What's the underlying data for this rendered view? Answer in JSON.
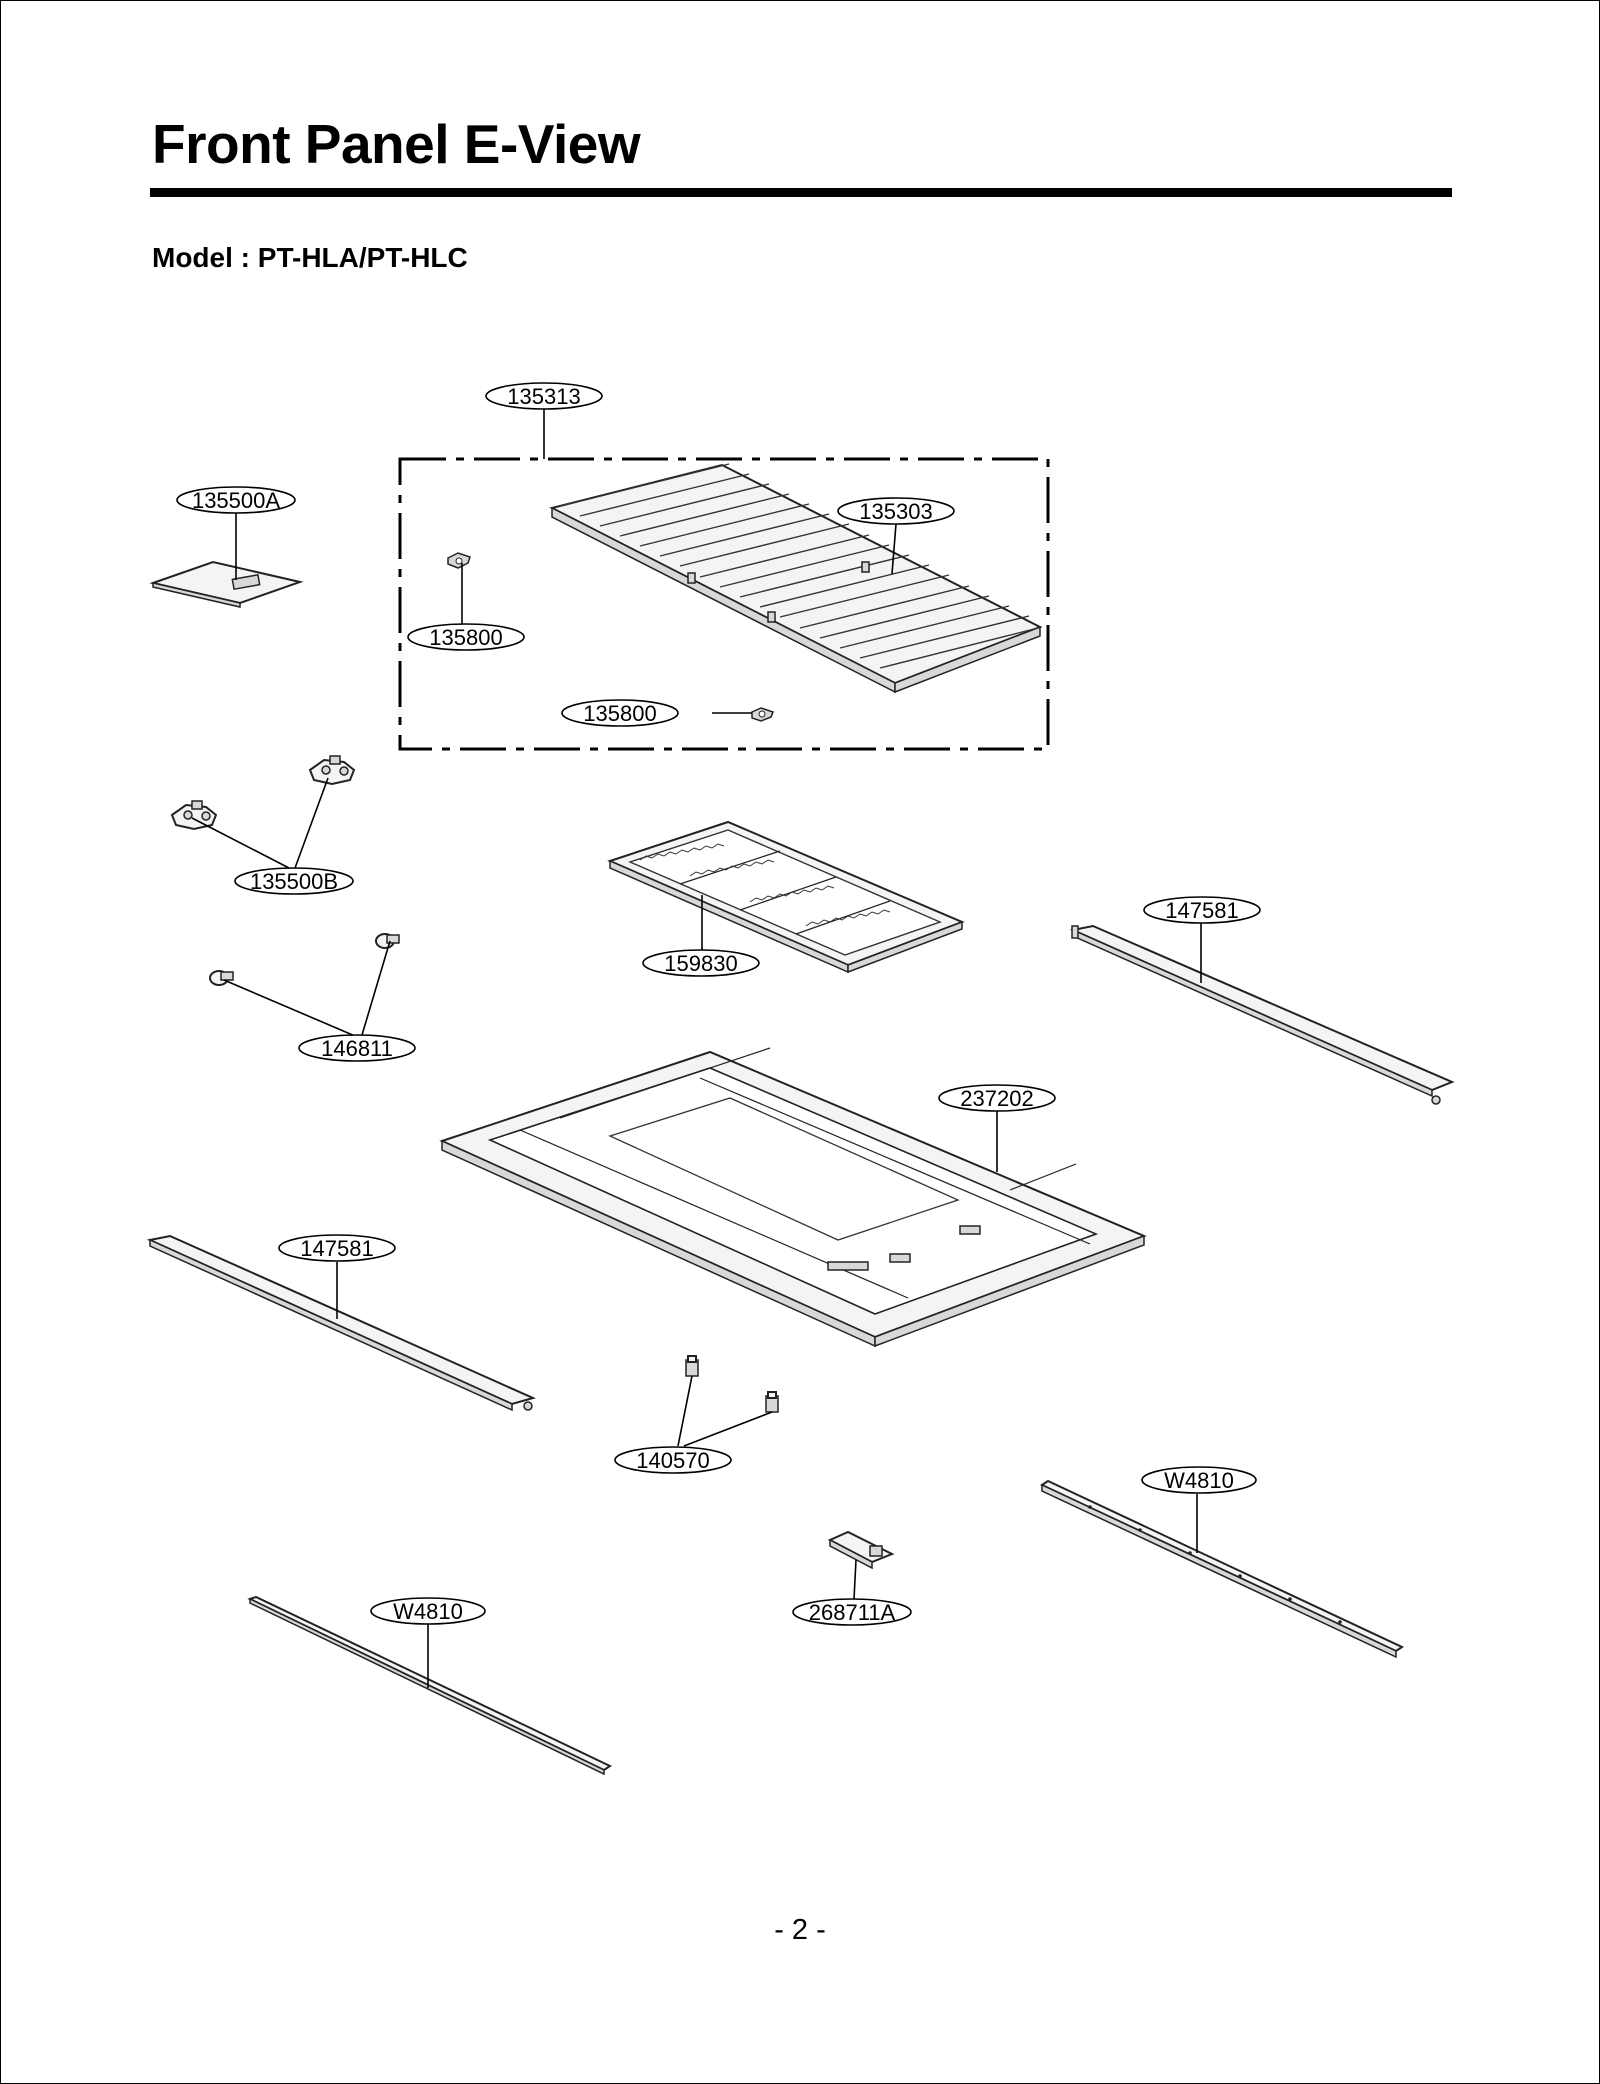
{
  "header": {
    "title": "Front Panel E-View",
    "model": "Model : PT-HLA/PT-HLC"
  },
  "callouts": [
    {
      "id": "c-135313",
      "label": "135313"
    },
    {
      "id": "c-135500A",
      "label": "135500A"
    },
    {
      "id": "c-135303",
      "label": "135303"
    },
    {
      "id": "c-135800-a",
      "label": "135800"
    },
    {
      "id": "c-135800-b",
      "label": "135800"
    },
    {
      "id": "c-135500B",
      "label": "135500B"
    },
    {
      "id": "c-159830",
      "label": "159830"
    },
    {
      "id": "c-147581-a",
      "label": "147581"
    },
    {
      "id": "c-146811",
      "label": "146811"
    },
    {
      "id": "c-237202",
      "label": "237202"
    },
    {
      "id": "c-147581-b",
      "label": "147581"
    },
    {
      "id": "c-140570",
      "label": "140570"
    },
    {
      "id": "c-W4810-a",
      "label": "W4810"
    },
    {
      "id": "c-268711A",
      "label": "268711A"
    },
    {
      "id": "c-W4810-b",
      "label": "W4810"
    }
  ],
  "footer": {
    "page_number": "- 2 -"
  }
}
